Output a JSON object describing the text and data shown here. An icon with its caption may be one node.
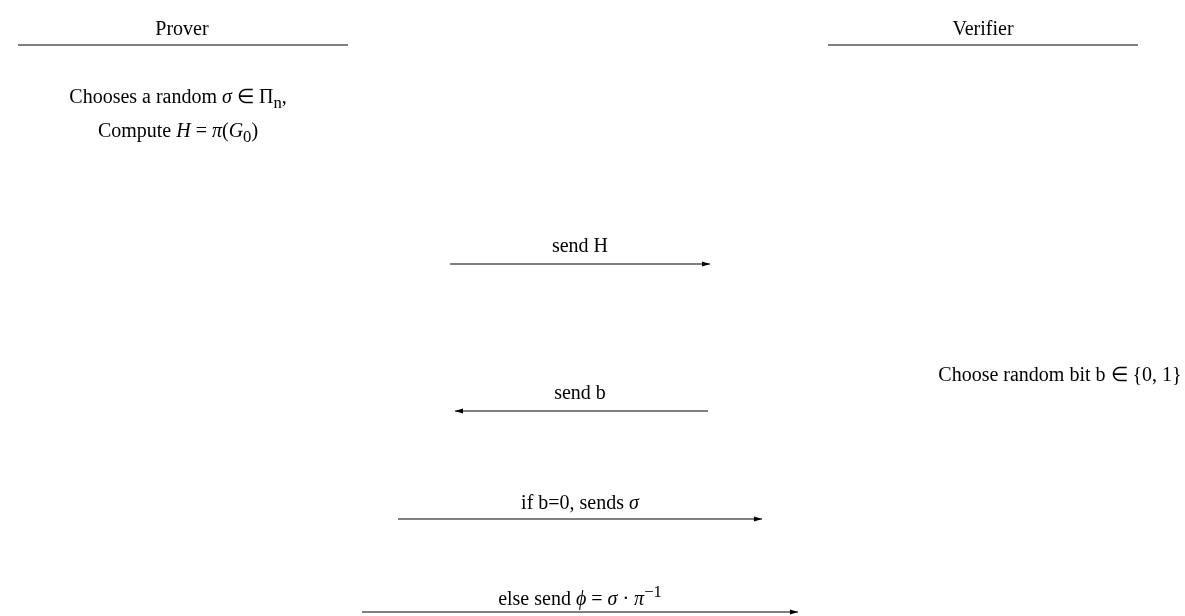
{
  "diagram": {
    "labels": [
      "Prover",
      "Verifier",
      "Chooses a random *σ* ∈ Π$_{n}$,",
      "Compute *H* = *π*(*G*$_{0}$)",
      "send H",
      "Choose random bit b ∈ {0, 1}",
      "send b",
      "if b=0, sends *σ*",
      "else send *ϕ* = *σ* · *π*$^{−1}$"
    ]
  }
}
